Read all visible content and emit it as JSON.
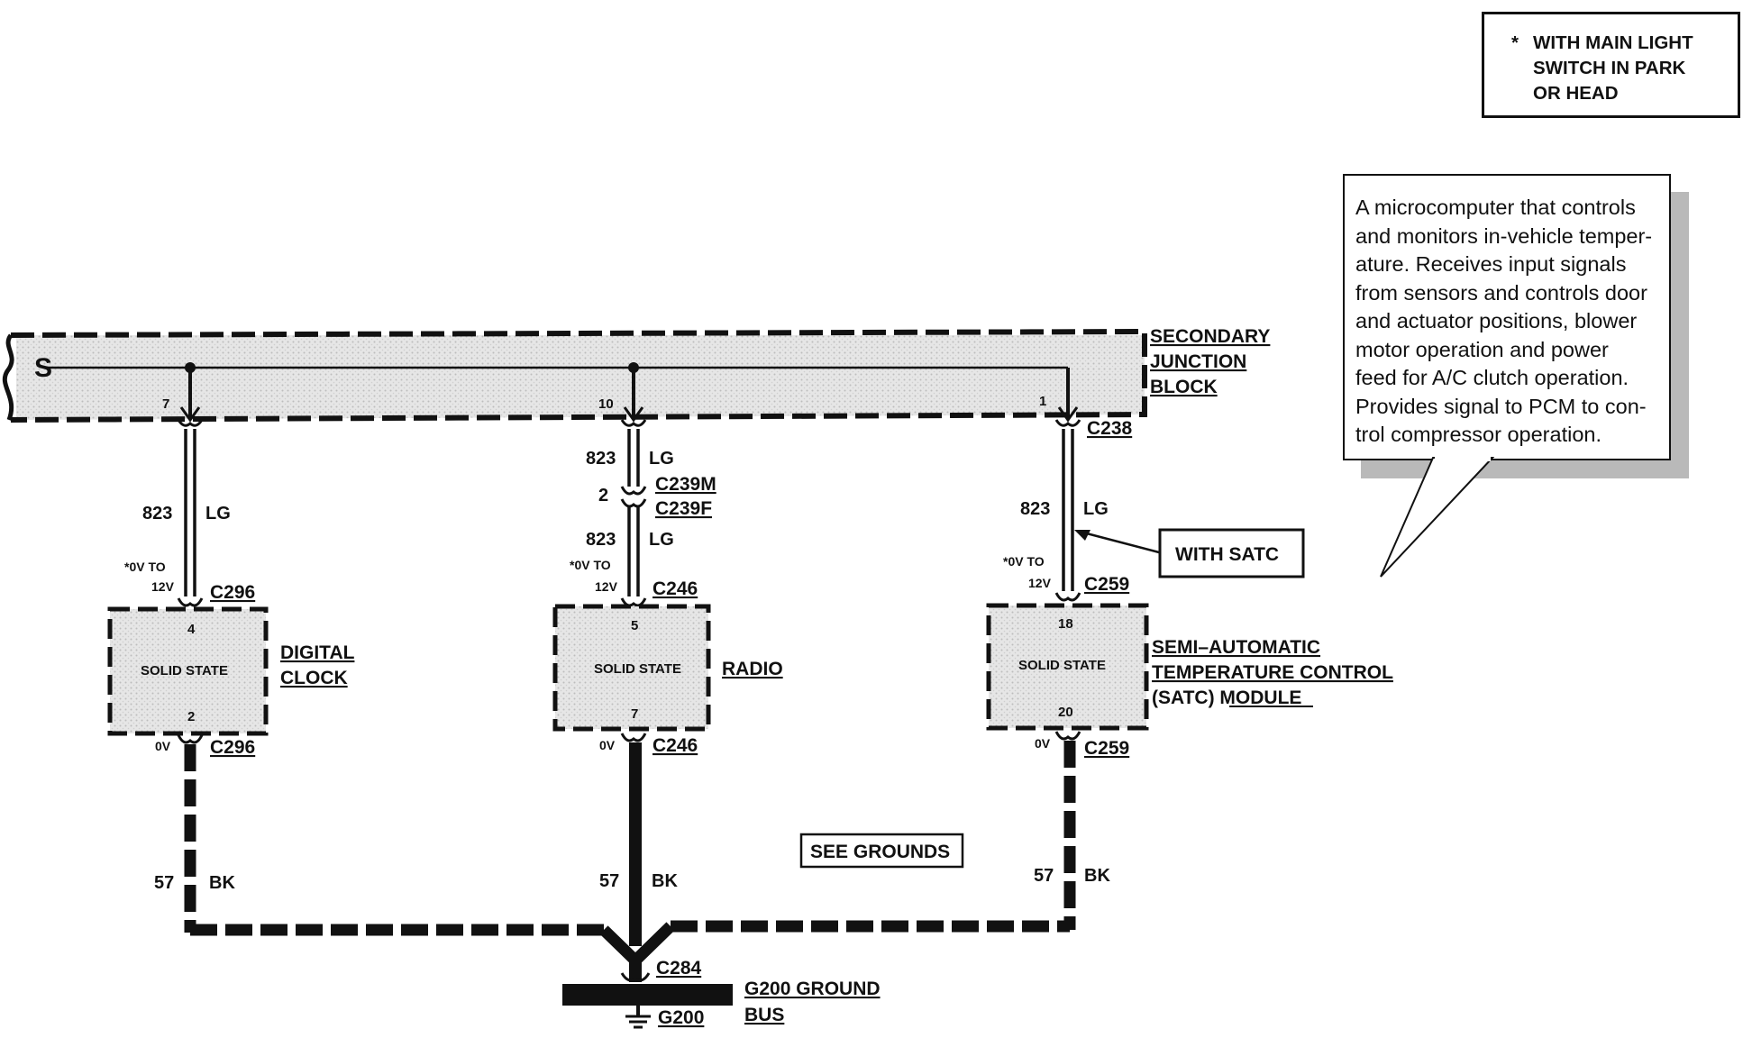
{
  "legend": {
    "marker": "*",
    "lines": [
      "WITH MAIN LIGHT",
      "SWITCH IN PARK",
      "OR HEAD"
    ]
  },
  "description": {
    "lines": [
      "A microcomputer that controls",
      "and monitors in-vehicle temper-",
      "ature.  Receives input signals",
      "from sensors and controls door",
      "and actuator positions, blower",
      "motor operation and power",
      "feed for A/C clutch operation.",
      "Provides signal to PCM to con-",
      "trol compressor operation."
    ]
  },
  "junction_block": {
    "label_lines": [
      "SECONDARY",
      "JUNCTION",
      "BLOCK"
    ],
    "fuse_symbol": "S",
    "connector": "C238"
  },
  "circuits": {
    "clock": {
      "jb_pin": "7",
      "wire_number": "823",
      "wire_color": "LG",
      "voltage_in": [
        "*0V TO",
        "12V"
      ],
      "connector_in": "C296",
      "pin_in": "4",
      "module_text": "SOLID STATE",
      "pin_out": "2",
      "voltage_out": "0V",
      "connector_out": "C296",
      "ground_wire_number": "57",
      "ground_wire_color": "BK",
      "component_lines": [
        "DIGITAL",
        "CLOCK"
      ]
    },
    "radio": {
      "jb_pin": "10",
      "wire_number": "823",
      "wire_color": "LG",
      "inline_pin": "2",
      "inline_connector_m": "C239M",
      "inline_connector_f": "C239F",
      "wire_number_2": "823",
      "wire_color_2": "LG",
      "voltage_in": [
        "*0V TO",
        "12V"
      ],
      "connector_in": "C246",
      "pin_in": "5",
      "module_text": "SOLID STATE",
      "pin_out": "7",
      "voltage_out": "0V",
      "connector_out": "C246",
      "ground_wire_number": "57",
      "ground_wire_color": "BK",
      "component_lines": [
        "RADIO"
      ]
    },
    "satc": {
      "jb_pin": "1",
      "wire_number": "823",
      "wire_color": "LG",
      "voltage_in": [
        "*0V TO",
        "12V"
      ],
      "connector_in": "C259",
      "pin_in": "18",
      "module_text": "SOLID STATE",
      "pin_out": "20",
      "voltage_out": "0V",
      "connector_out": "C259",
      "ground_wire_number": "57",
      "ground_wire_color": "BK",
      "component_lines": [
        "SEMI–AUTOMATIC",
        "TEMPERATURE CONTROL",
        "(SATC) MODULE"
      ],
      "option_tag": "WITH SATC"
    }
  },
  "ground": {
    "see_grounds": "SEE GROUNDS",
    "splice_connector": "C284",
    "bus_label_lines": [
      "G200 GROUND",
      "BUS"
    ],
    "ground_point": "G200"
  }
}
